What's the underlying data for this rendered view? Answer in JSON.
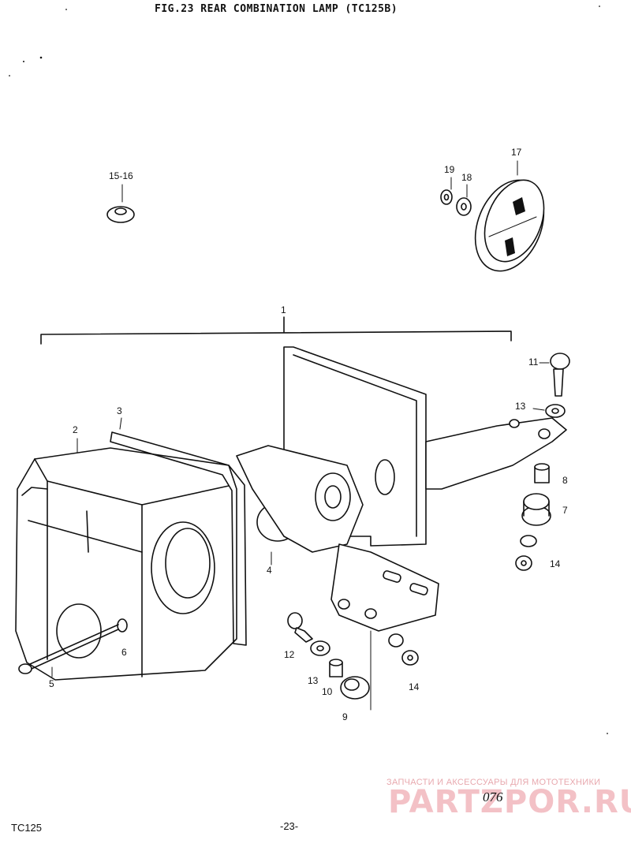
{
  "figure": {
    "title": "FIG.23  REAR COMBINATION LAMP (TC125B)",
    "model": "TC125",
    "page_number": "-23-",
    "handwritten_number": "076"
  },
  "callouts": {
    "c1": "1",
    "c2": "2",
    "c3": "3",
    "c4": "4",
    "c5": "5",
    "c6": "6",
    "c7": "7",
    "c8": "8",
    "c9": "9",
    "c10": "10",
    "c11": "11",
    "c12": "12",
    "c13a": "13",
    "c13b": "13",
    "c14a": "14",
    "c14b": "14",
    "c15_16": "15-16",
    "c17": "17",
    "c18": "18",
    "c19": "19"
  },
  "watermark": {
    "tagline": "ЗАПЧАСТИ И АКСЕССУАРЫ ДЛЯ МОТОТЕХНИКИ",
    "site": "PARTZPOR.RU",
    "color": "#f1b7bd"
  }
}
